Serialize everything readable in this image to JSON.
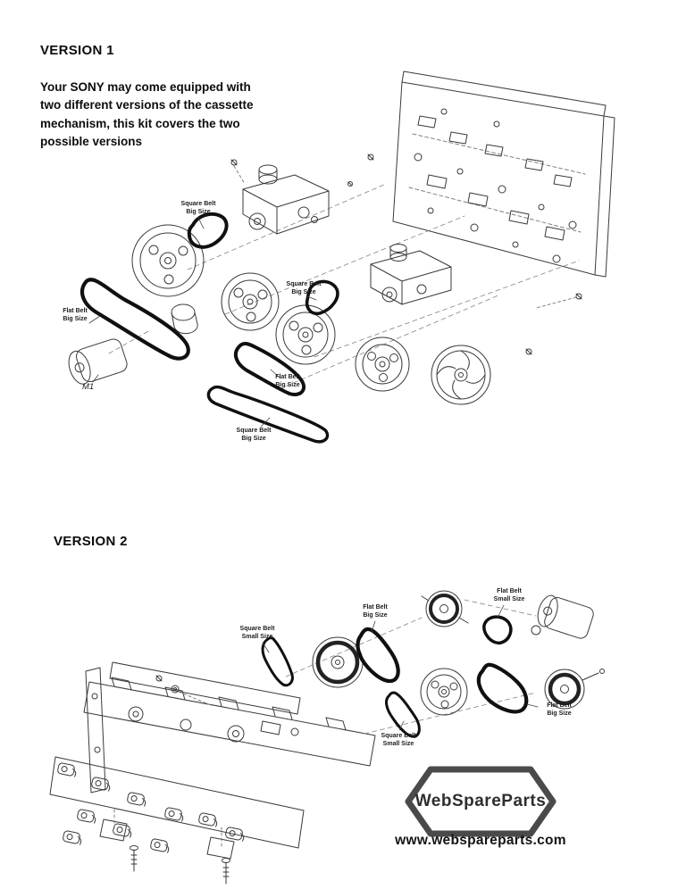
{
  "colors": {
    "line": "#3a3a3a",
    "belt": "#101010",
    "logo_outline": "#4a4a4a"
  },
  "version1": {
    "title": "VERSION 1",
    "intro": "Your SONY may come equipped with\ntwo different versions of the cassette\nmechanism, this kit covers the two\npossible versions",
    "labels": [
      {
        "text": "Square Belt\nBig Size"
      },
      {
        "text": "Flat Belt\nBig Size"
      },
      {
        "text": "Square Belt\nBig Size"
      },
      {
        "text": "Flat Belt\nBig Size"
      },
      {
        "text": "Square Belt\nBig Size"
      },
      {
        "text": "M1"
      }
    ]
  },
  "version2": {
    "title": "VERSION 2",
    "labels": [
      {
        "text": "Square Belt\nSmall Size"
      },
      {
        "text": "Flat Belt\nBig Size"
      },
      {
        "text": "Flat Belt\nSmall Size"
      },
      {
        "text": "Square Belt\nSmall Size"
      },
      {
        "text": "Flat Belt\nBig Size"
      }
    ]
  },
  "branding": {
    "logo_text": "WebSpareParts",
    "website": "www.webspareparts.com"
  }
}
